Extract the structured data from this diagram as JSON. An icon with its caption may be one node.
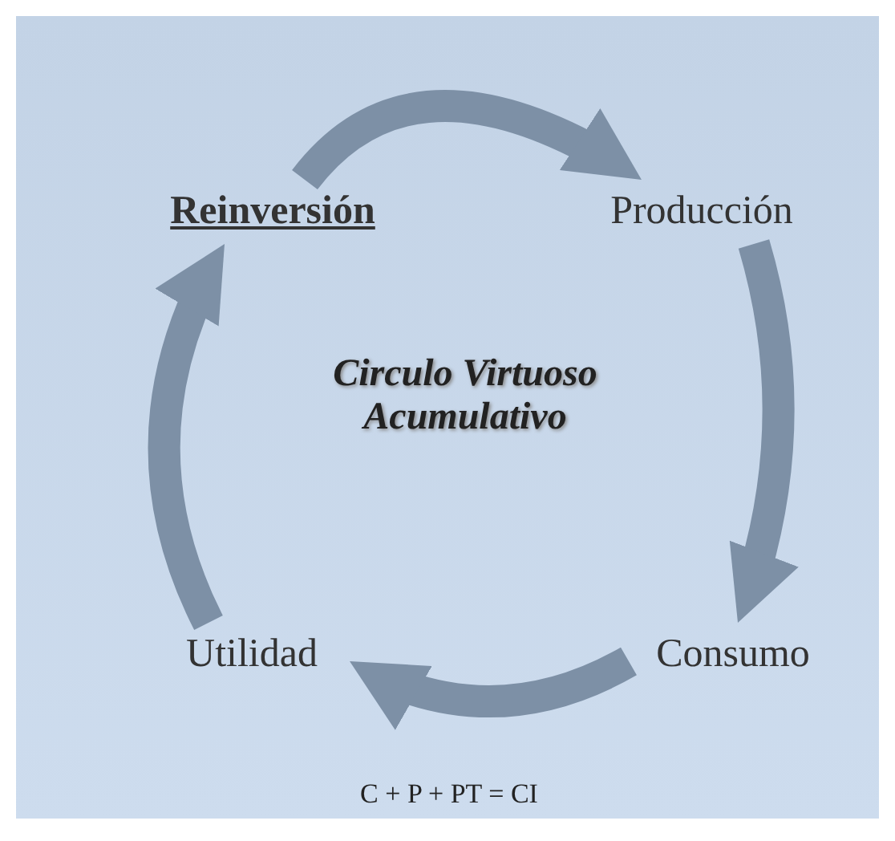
{
  "diagram": {
    "nodes": [
      {
        "text": [
          "Reinversión"
        ]
      },
      {
        "text": [
          "Producción"
        ]
      },
      {
        "text": [
          "Consumo"
        ]
      },
      {
        "text": [
          "Utilidad"
        ]
      }
    ],
    "edges": [
      {
        "from": 0,
        "to": 1,
        "arrow": "to"
      },
      {
        "from": 1,
        "to": 2,
        "arrow": "to"
      },
      {
        "from": 2,
        "to": 3,
        "arrow": "to"
      },
      {
        "from": 3,
        "to": 0,
        "arrow": "to"
      }
    ],
    "labels": [
      "Circulo Virtuoso Acumulativo",
      "C + P + PT = CI"
    ]
  }
}
